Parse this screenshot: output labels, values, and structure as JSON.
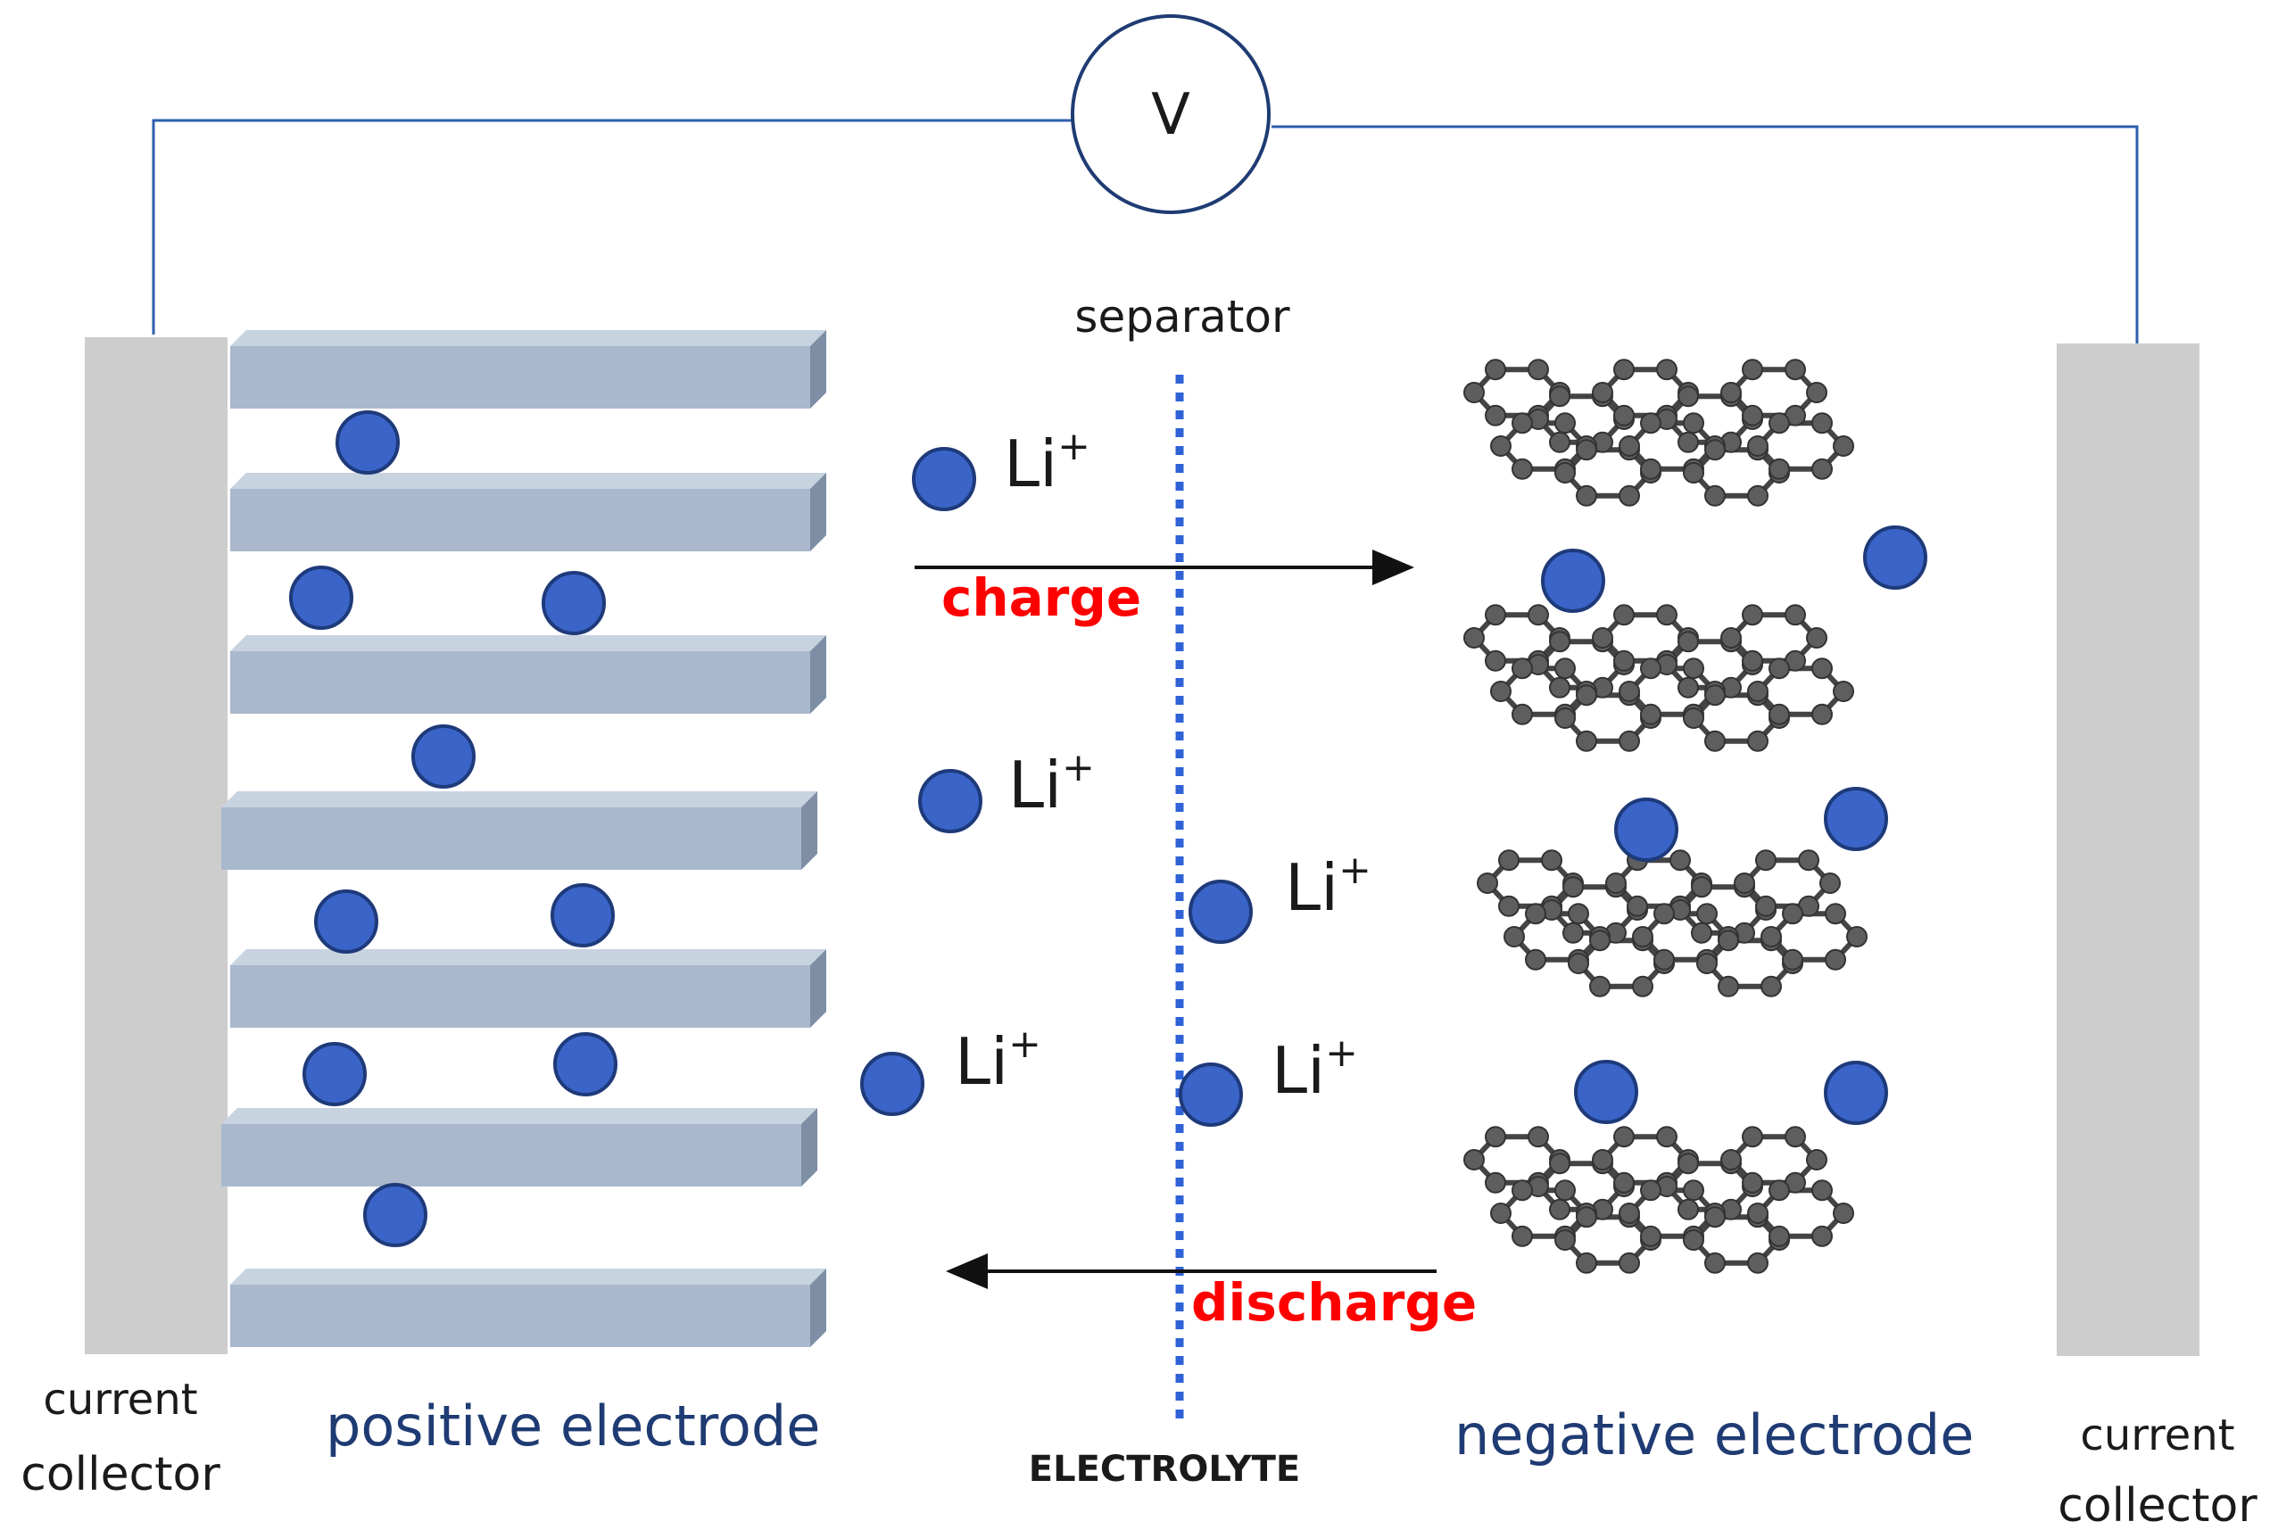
{
  "labels": {
    "voltmeter": "V",
    "separator": "separator",
    "charge": "charge",
    "discharge": "discharge",
    "electrolyte": "ELECTROLYTE",
    "positive_electrode": "positive electrode",
    "negative_electrode": "negative electrode",
    "current_collector_left_1": "current",
    "current_collector_left_2": "collector",
    "current_collector_right_1": "current",
    "current_collector_right_2": "collector",
    "li_main": "Li",
    "li_sup": "+"
  },
  "colors": {
    "ion": "#3a64c8",
    "ion_stroke": "#1e3a7a",
    "plate": "#a9b8cc",
    "collector": "#cdcdcd",
    "wire": "#2e5fae",
    "graphite": "#555555",
    "separator": "#2e62d6",
    "charge_text": "#ff0000",
    "electrode_text": "#1f3b73"
  }
}
